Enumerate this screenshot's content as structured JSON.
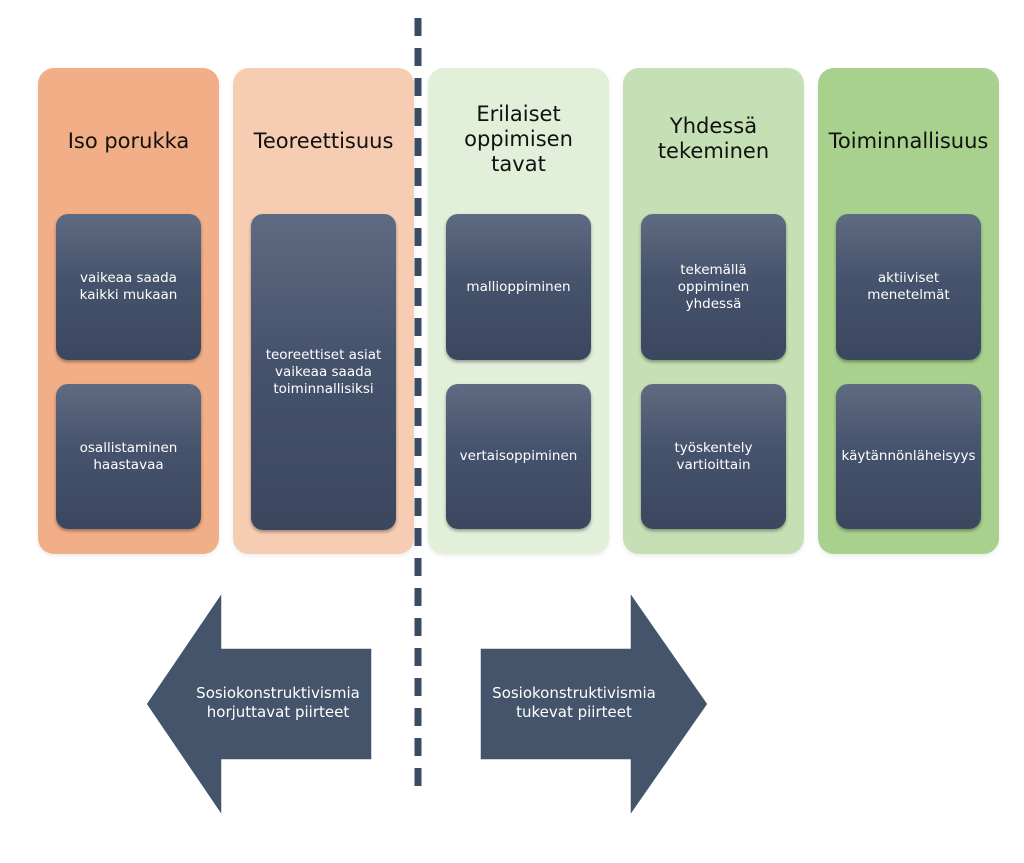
{
  "columns": [
    {
      "title": "Iso porukka",
      "cards": [
        "vaikeaa saada kaikki mukaan",
        "osallistaminen haastavaa"
      ]
    },
    {
      "title": "Teoreettisuus",
      "cards": [
        "teoreettiset asiat vaikeaa saada toiminnallisiksi"
      ]
    },
    {
      "title": "Erilaiset oppimisen tavat",
      "cards": [
        "mallioppiminen",
        "vertaisoppiminen"
      ]
    },
    {
      "title": "Yhdessä tekeminen",
      "cards": [
        "tekemällä oppiminen yhdessä",
        "työskentely vartioittain"
      ]
    },
    {
      "title": "Toiminnallisuus",
      "cards": [
        "aktiiviset menetelmät",
        "käytännönläheisyys"
      ]
    }
  ],
  "arrows": {
    "left": "Sosiokonstruktivismia horjuttavat piirteet",
    "right": "Sosiokonstruktivismia tukevat piirteet"
  },
  "colors": {
    "col1": "#f2ae87",
    "col2": "#f6ccb2",
    "col3": "#e2efd9",
    "col4": "#c5e0b4",
    "col5": "#a9d18e",
    "card": "#44516a",
    "arrow": "#44546a",
    "divider": "#3b4a63"
  }
}
